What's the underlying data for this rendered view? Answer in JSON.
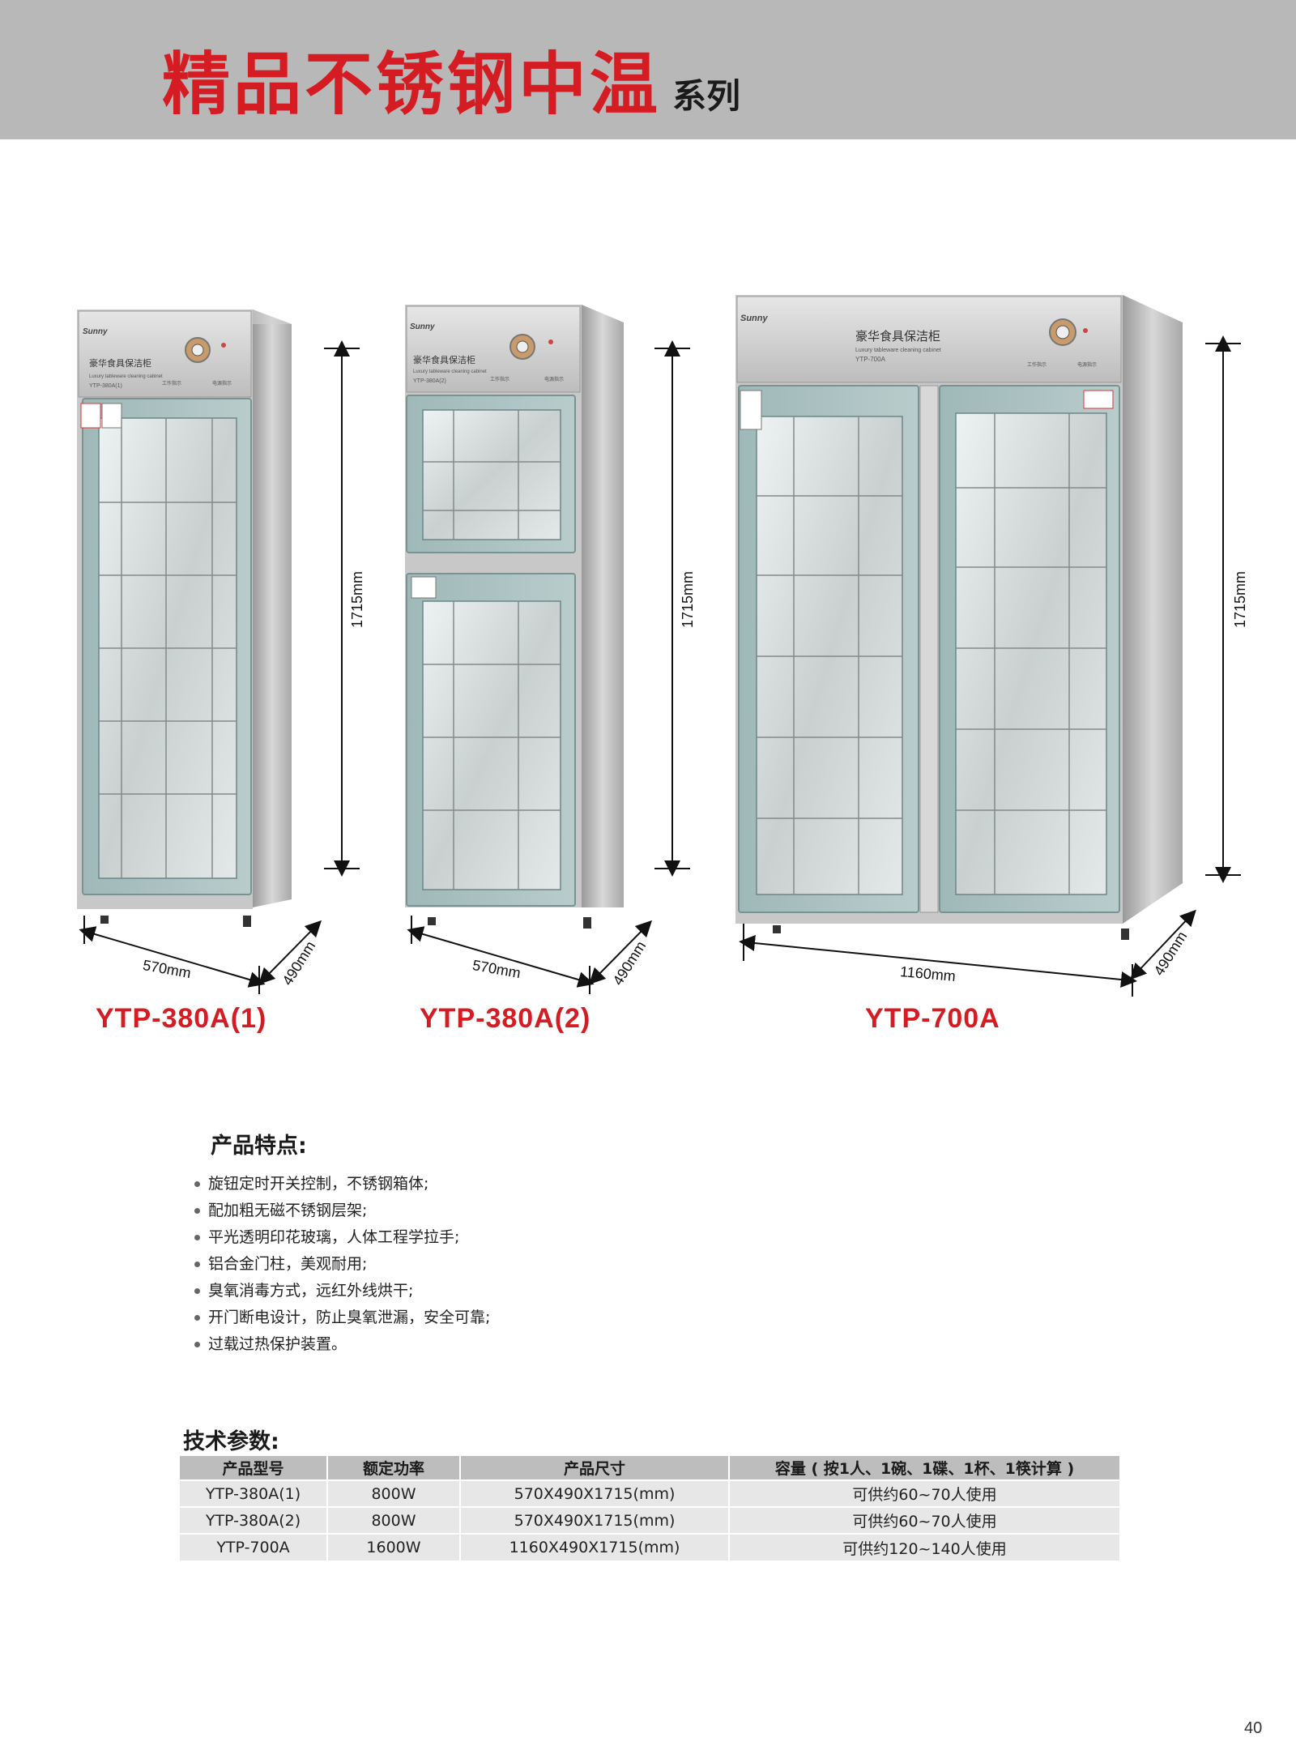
{
  "header": {
    "title": "精品不锈钢中温",
    "subtitle": "系列",
    "bg_color": "#b8b8b8",
    "title_color": "#d51c23"
  },
  "cabinet_text": {
    "panel_title": "豪华食具保洁柜",
    "panel_subtitle": "Luxury tableware cleaning cabinet",
    "work_indicator": "工作指示",
    "power_indicator": "电源指示"
  },
  "products": [
    {
      "model": "YTP-380A(1)",
      "panel_model": "YTP-380A(1)",
      "height_dim": "1715mm",
      "width_dim": "570mm",
      "depth_dim": "490mm",
      "doors": "single"
    },
    {
      "model": "YTP-380A(2)",
      "panel_model": "YTP-380A(2)",
      "height_dim": "1715mm",
      "width_dim": "570mm",
      "depth_dim": "490mm",
      "doors": "split"
    },
    {
      "model": "YTP-700A",
      "panel_model": "YTP-700A",
      "height_dim": "1715mm",
      "width_dim": "1160mm",
      "depth_dim": "490mm",
      "doors": "double"
    }
  ],
  "features": {
    "heading": "产品特点:",
    "items": [
      "旋钮定时开关控制，不锈钢箱体;",
      "配加粗无磁不锈钢层架;",
      "平光透明印花玻璃，人体工程学拉手;",
      "铝合金门柱，美观耐用;",
      "臭氧消毒方式，远红外线烘干;",
      "开门断电设计，防止臭氧泄漏，安全可靠;",
      "过载过热保护装置。"
    ]
  },
  "tech": {
    "heading": "技术参数:",
    "columns": [
      "产品型号",
      "额定功率",
      "产品尺寸",
      "容量 ( 按1人、1碗、1碟、1杯、1筷计算 )"
    ],
    "rows": [
      [
        "YTP-380A(1)",
        "800W",
        "570X490X1715(mm)",
        "可供约60~70人使用"
      ],
      [
        "YTP-380A(2)",
        "800W",
        "570X490X1715(mm)",
        "可供约60~70人使用"
      ],
      [
        "YTP-700A",
        "1600W",
        "1160X490X1715(mm)",
        "可供约120~140人使用"
      ]
    ]
  },
  "page_number": "40"
}
